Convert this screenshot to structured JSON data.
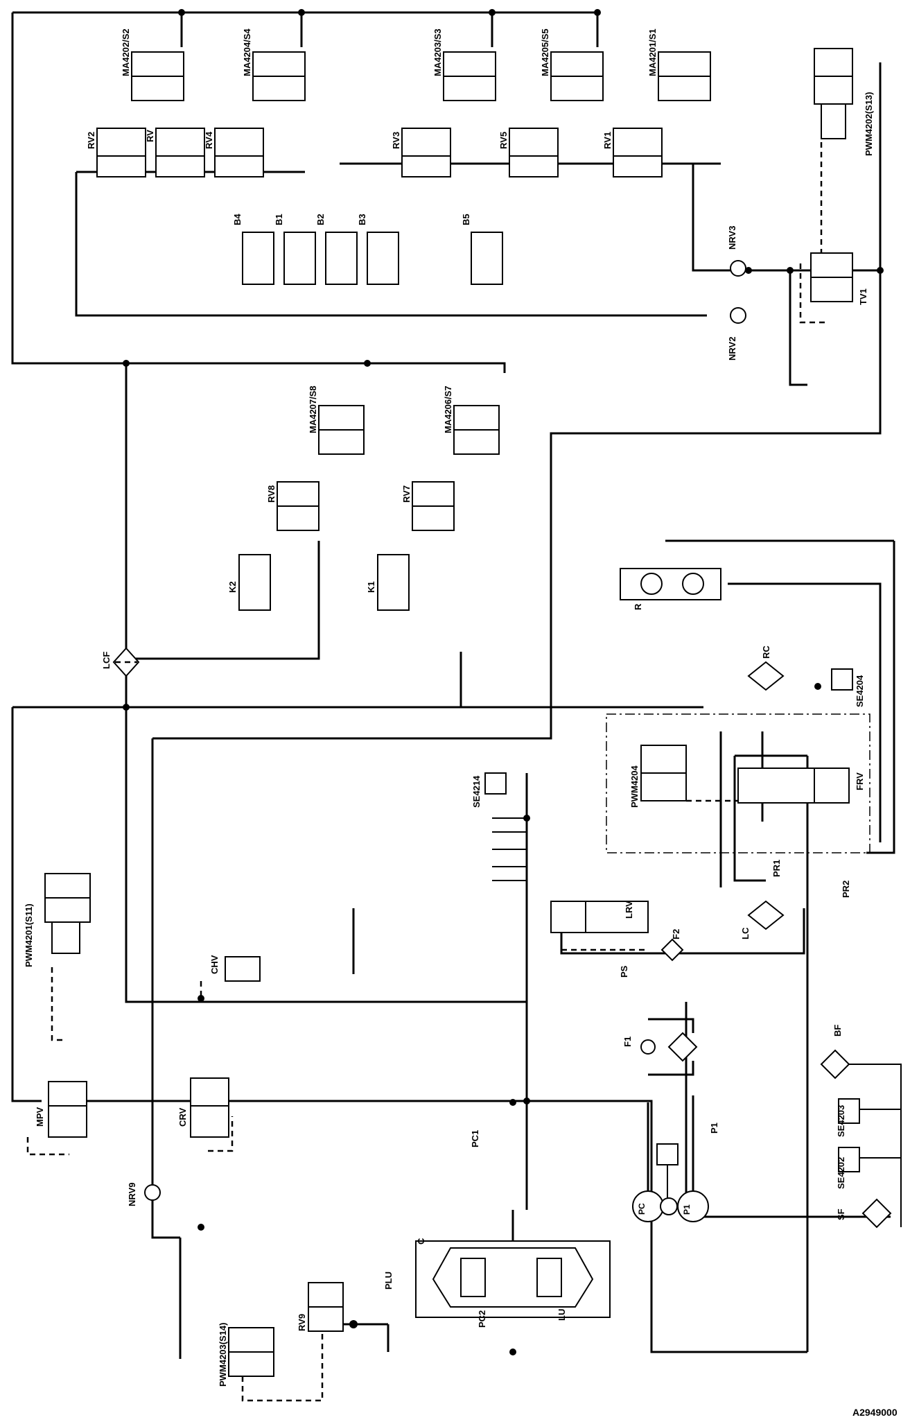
{
  "labels": {
    "ma4202_s2": "MA4202/S2",
    "ma4204_s4": "MA4204/S4",
    "ma4203_s3": "MA4203/S3",
    "ma4205_s5": "MA4205/S5",
    "ma4201_s1": "MA4201/S1",
    "pwm4202_s13": "PWM4202(S13)",
    "rv2": "RV2",
    "rv": "RV",
    "rv4": "RV4",
    "rv3": "RV3",
    "rv5": "RV5",
    "rv1": "RV1",
    "b4": "B4",
    "b1": "B1",
    "b2": "B2",
    "b3": "B3",
    "b5": "B5",
    "nrv3": "NRV3",
    "nrv2": "NRV2",
    "tv1": "TV1",
    "ma4207_s8": "MA4207/S8",
    "ma4206_s7": "MA4206/S7",
    "rv8": "RV8",
    "rv7": "RV7",
    "k2": "K2",
    "k1": "K1",
    "r": "R",
    "lcf": "LCF",
    "rc": "RC",
    "se4204": "SE4204",
    "pwm4204": "PWM4204",
    "frv": "FRV",
    "pr1": "PR1",
    "pr2": "PR2",
    "se4214": "SE4214",
    "lrv": "LRV",
    "f2": "F2",
    "ps": "PS",
    "lc": "LC",
    "pwm4201_s11": "PWM4201(S11)",
    "chv": "CHV",
    "f1": "F1",
    "bf": "BF",
    "mpv": "MPV",
    "crv": "CRV",
    "se4203": "SE4203",
    "se4202": "SE4202",
    "p1_port": "P1",
    "pc1": "PC1",
    "pc_pump": "PC",
    "p1_pump": "P1",
    "sf": "SF",
    "nrv9": "NRV9",
    "c": "C",
    "plu": "PLU",
    "lu": "LU",
    "pwm4203_s14": "PWM4203(S14)",
    "rv9": "RV9",
    "pc2": "PC2"
  },
  "drawing_code": "A2949000"
}
